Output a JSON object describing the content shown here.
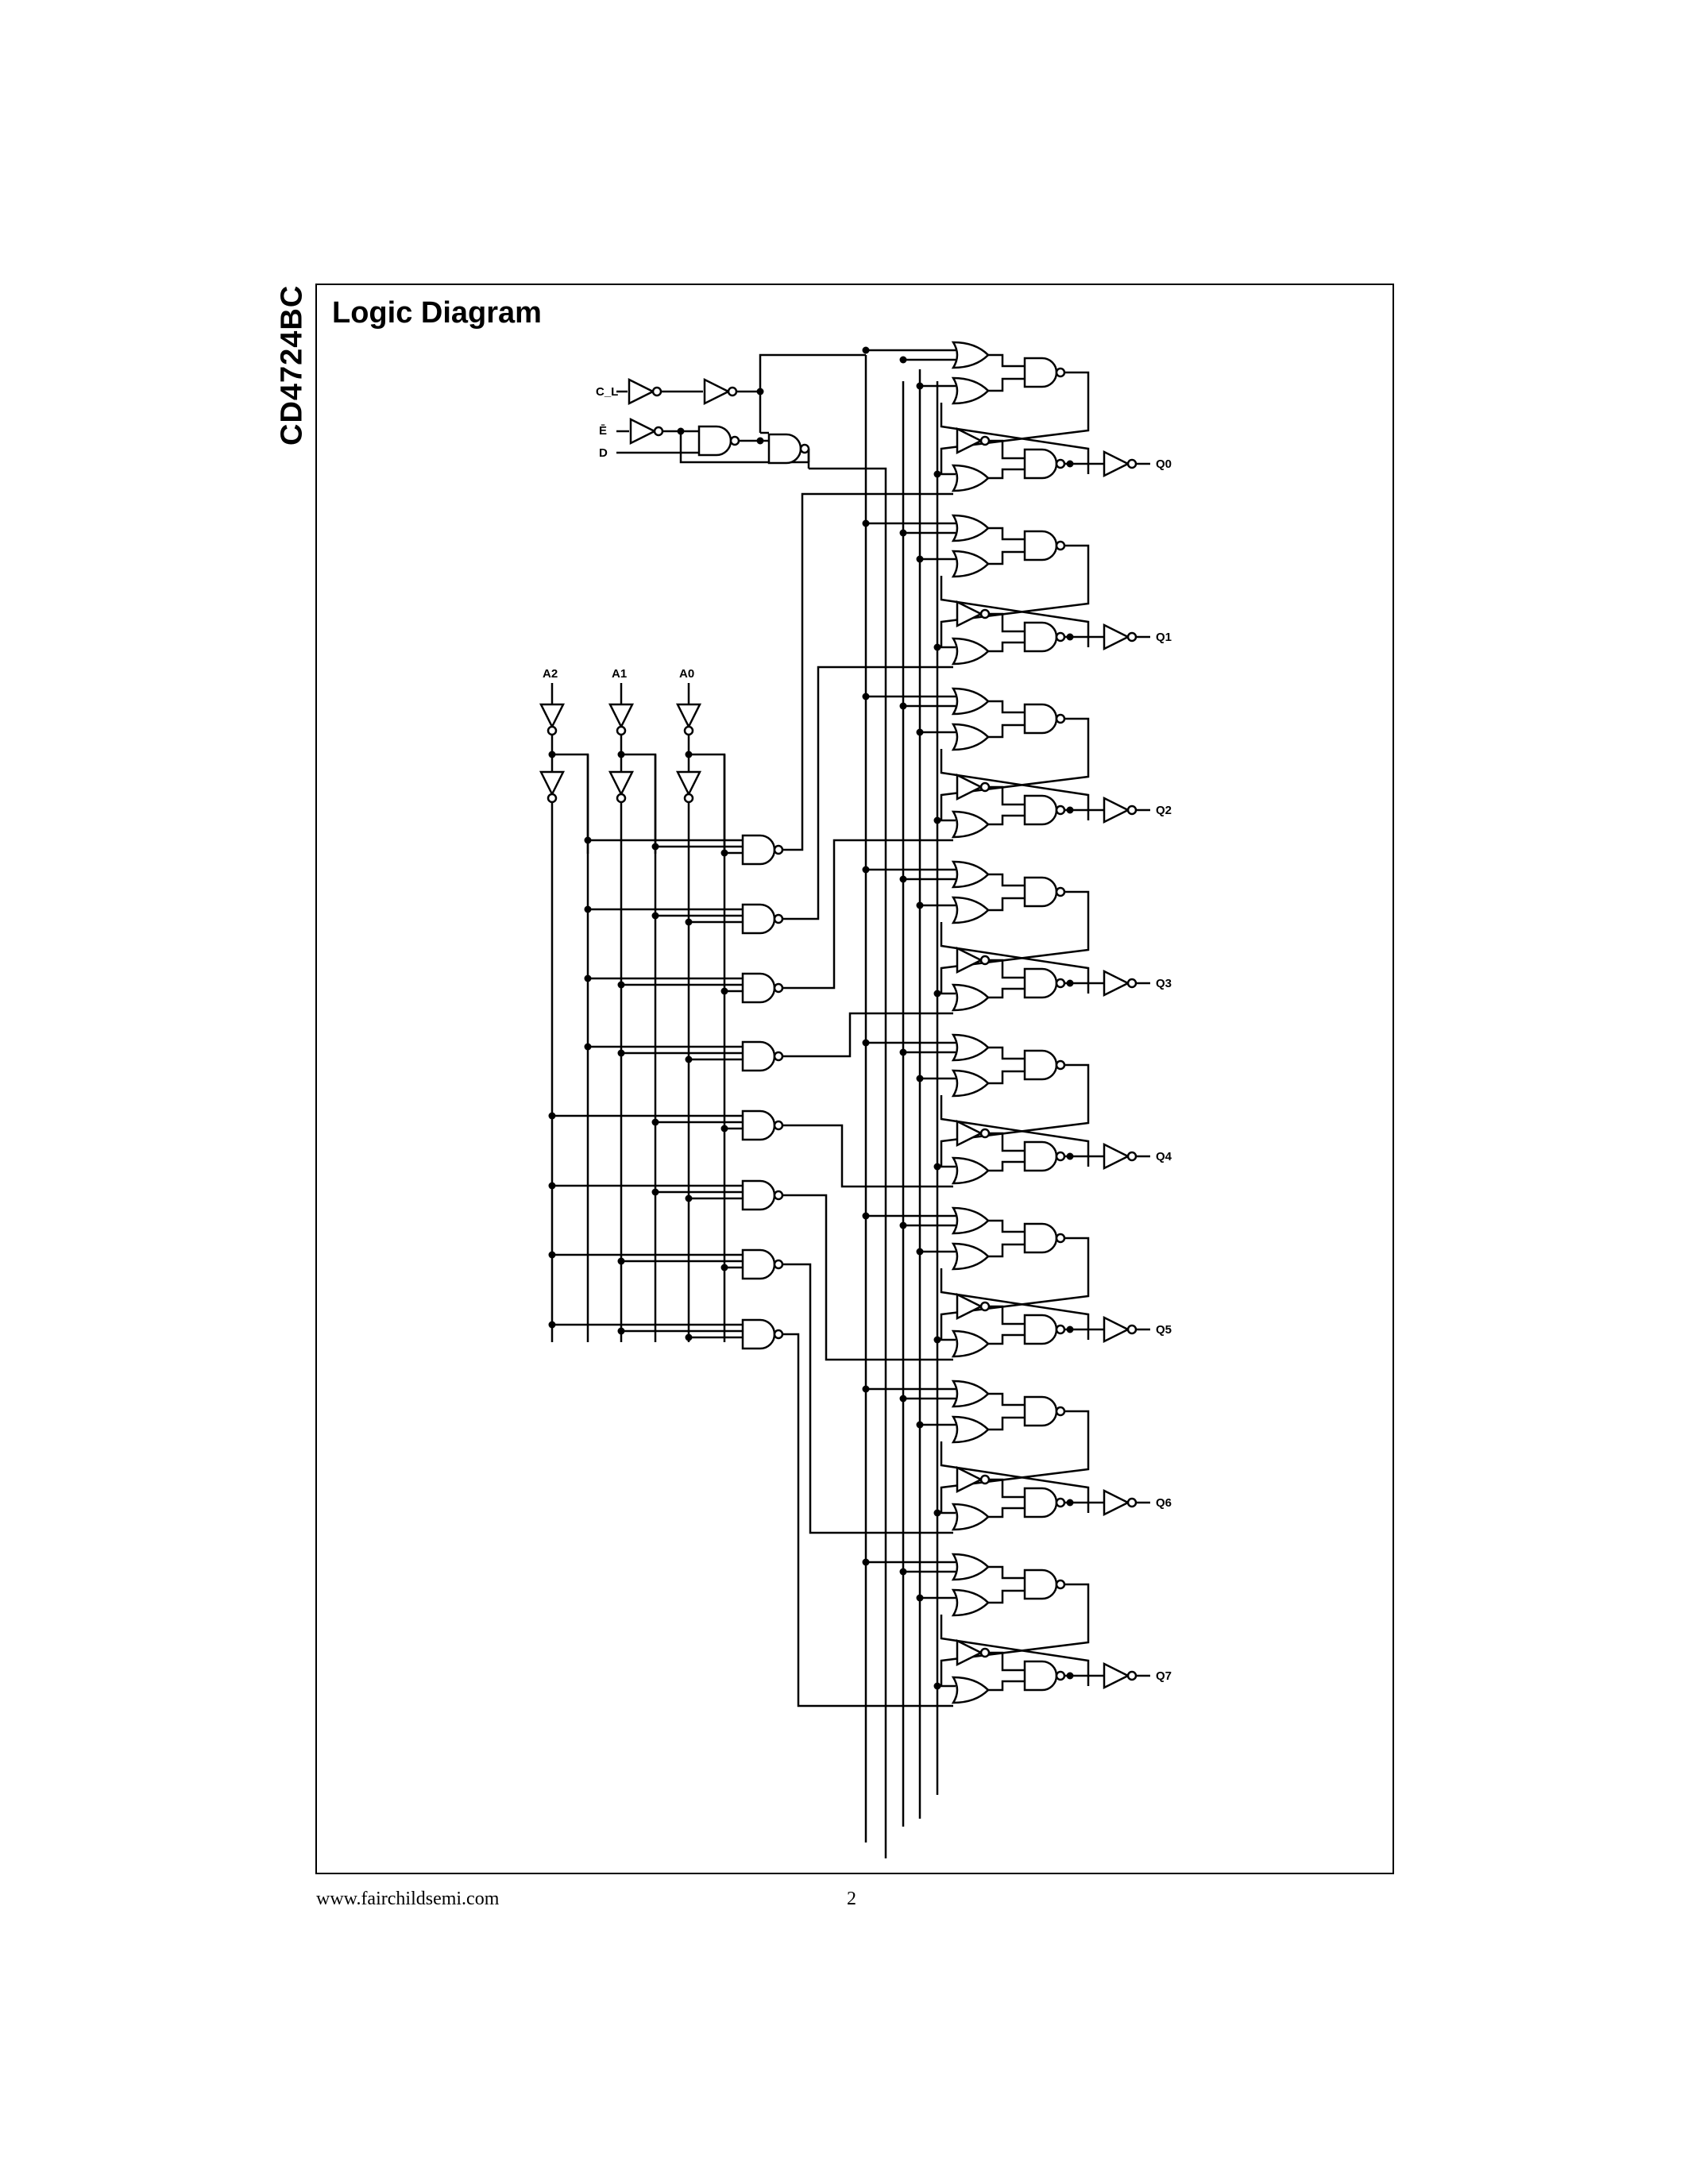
{
  "header": {
    "part_number": "CD4724BC"
  },
  "figure": {
    "title": "Logic Diagram",
    "control_inputs": [
      "C_L",
      "Ē",
      "D"
    ],
    "address_inputs": [
      "A2",
      "A1",
      "A0"
    ],
    "outputs": [
      "Q0",
      "Q1",
      "Q2",
      "Q3",
      "Q4",
      "Q5",
      "Q6",
      "Q7"
    ]
  },
  "footer": {
    "url": "www.fairchildsemi.com",
    "page": "2"
  }
}
